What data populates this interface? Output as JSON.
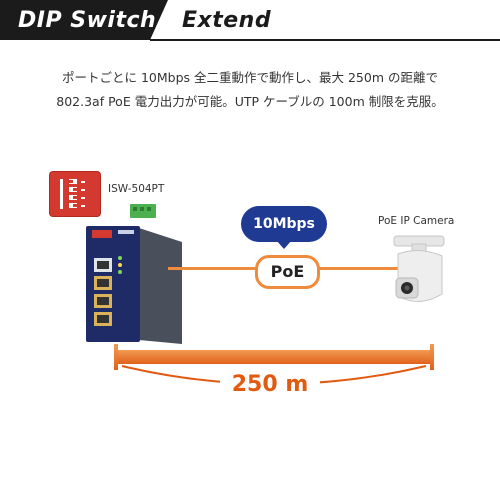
{
  "header": {
    "left_title": "DIP Switch",
    "right_title": "Extend",
    "colors": {
      "dark": "#1b1b1b",
      "underline": "#1b1b1b"
    }
  },
  "description": {
    "line1": "ポートごとに 10Mbps 全二重動作で動作し、最大 250m の距離で",
    "line2": "802.3af PoE 電力出力が可能。UTP ケーブルの 100m 制限を克服。"
  },
  "diagram": {
    "device_label": "ISW-504PT",
    "camera_label": "PoE IP Camera",
    "speed_badge": "10Mbps",
    "poe_badge": "PoE",
    "distance_label": "250 m",
    "dip_switch": {
      "icon": "dip-switch-icon",
      "states": [
        "ON",
        "OFF",
        "OFF",
        "OFF"
      ]
    },
    "colors": {
      "cable": "#f08a3c",
      "badge_blue": "#1f3a93",
      "distance": "#e05a10",
      "dip_panel": "#d4392f",
      "device_body": "#1d2a63"
    }
  }
}
